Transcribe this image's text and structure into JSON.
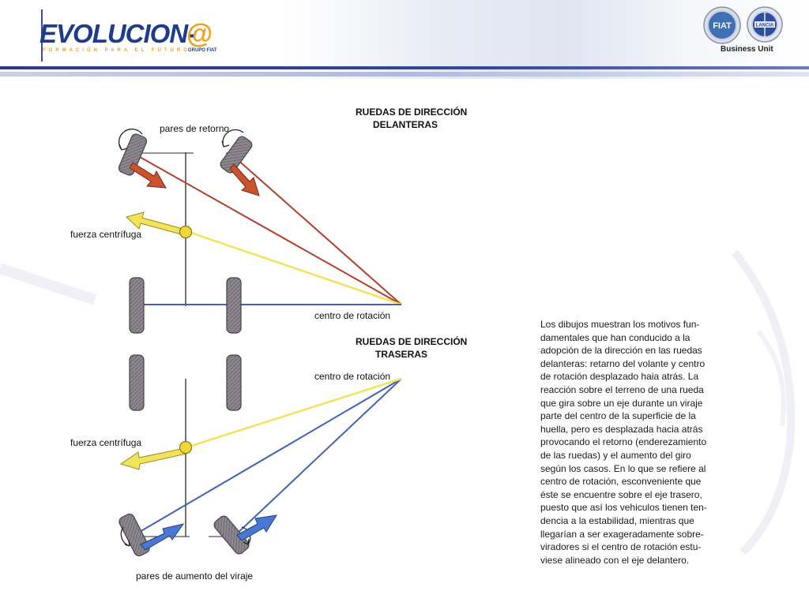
{
  "header": {
    "brand": "EVOLUCION-",
    "brand_at": "@",
    "tagline": "FORMACIÓN PARA EL FUTURO",
    "group": "GRUPO FIAT",
    "business_unit": "Business Unit",
    "logos": {
      "fiat": {
        "text": "FIAT",
        "color": "#3f6fb5"
      },
      "lancia": {
        "text": "LANCIA",
        "color": "#2b4f9e"
      }
    }
  },
  "diagram": {
    "front": {
      "title_line1": "RUEDAS DE DIRECCIÓN",
      "title_line2": "DELANTERAS",
      "label_torque": "pares de retorno",
      "label_centrifugal": "fuerza centrífuga",
      "label_center": "centro de rotación"
    },
    "rear": {
      "title_line1": "RUEDAS DE DIRECCIÓN",
      "title_line2": "TRASERAS",
      "label_center": "centro de rotación",
      "label_centrifugal": "fuerza centrífuga",
      "label_torque": "pares de aumento del viraje"
    },
    "colors": {
      "red_line": "#b2402a",
      "red_arrow": "#c9532f",
      "yellow": "#f2e45a",
      "blue_line": "#3f63b8",
      "blue_arrow": "#4a78d0",
      "wheel": "#8f8890",
      "axle": "#2a2a2a"
    }
  },
  "description": {
    "lines": [
      "Los dibujos muestran los motivos fun-",
      "damentales que han conducido a la",
      "adopción de la dirección en las ruedas",
      "delanteras: retarno del volante y centro",
      "de rotación desplazado haia atrás. La",
      "reacción sobre el terreno de una rueda",
      "que gira sobre un eje durante un viraje",
      "parte del centro de la superficie de la",
      "huella, pero es desplazada hacia atrás",
      "provocando el retorno (enderezamiento",
      "de las ruedas) y el aumento del giro",
      "según los casos. En lo que se refiere al",
      "centro de rotación, esconveniente que",
      "éste se encuentre sobre el eje trasero,",
      "puesto que así los vehiculos tienen ten-",
      "dencia a la estabilidad, mientras que",
      "llegarían a ser exageradamente sobre-",
      "viradores si el centro de rotación estu-",
      "viese alineado con el eje delantero."
    ]
  }
}
